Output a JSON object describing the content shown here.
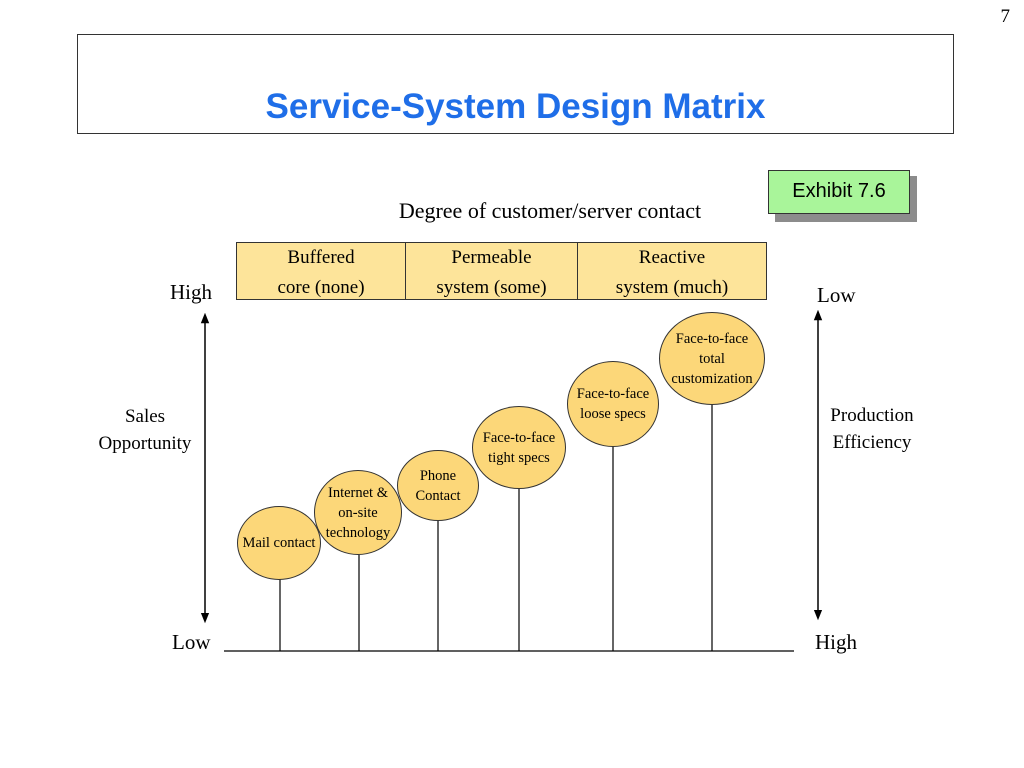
{
  "slide_number": "7",
  "title": "Service-System Design Matrix",
  "exhibit": "Exhibit 7.6",
  "header": "Degree of customer/server contact",
  "categories": [
    {
      "line1": "Buffered",
      "line2": "core (none)"
    },
    {
      "line1": "Permeable",
      "line2": "system (some)"
    },
    {
      "line1": "Reactive",
      "line2": "system (much)"
    }
  ],
  "left_axis": {
    "top": "High",
    "bottom": "Low",
    "label_line1": "Sales",
    "label_line2": "Opportunity"
  },
  "right_axis": {
    "top": "Low",
    "bottom": "High",
    "label_line1": "Production",
    "label_line2": "Efficiency"
  },
  "items": [
    "Mail contact",
    "Internet &\non-site\ntechnology",
    "Phone\nContact",
    "Face-to-face\ntight specs",
    "Face-to-face\nloose specs",
    "Face-to-face\ntotal\ncustomization"
  ]
}
